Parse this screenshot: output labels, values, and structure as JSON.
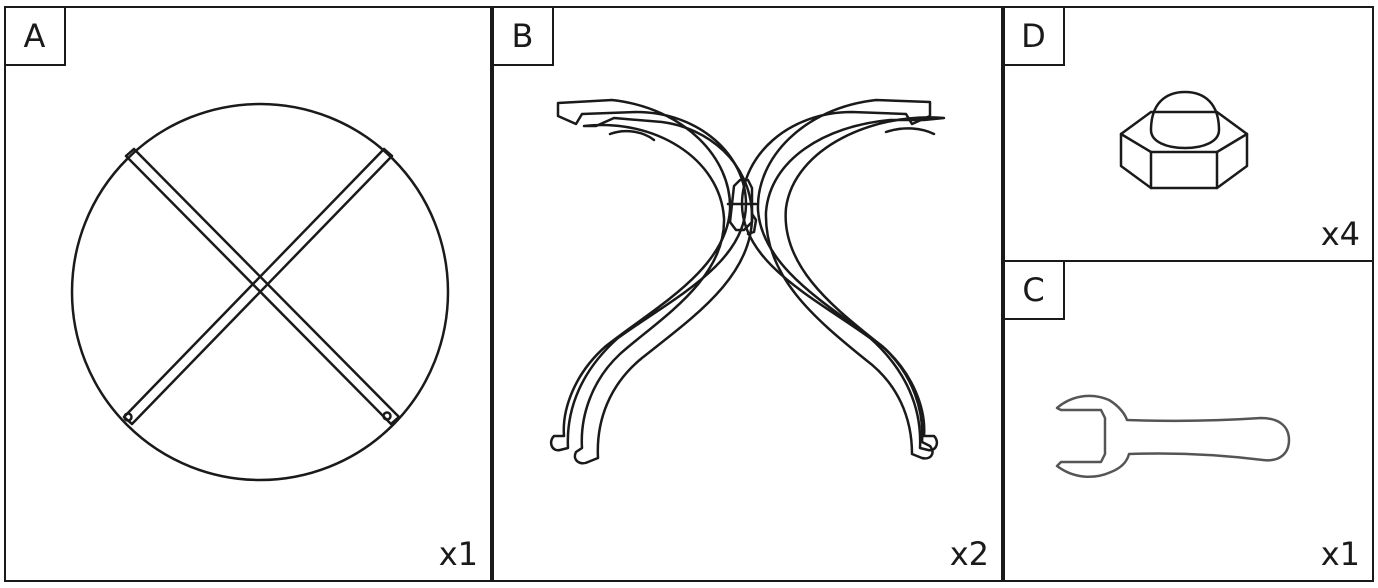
{
  "parts": [
    {
      "id": "A",
      "quantity": "x1",
      "icon": "round-tabletop-icon"
    },
    {
      "id": "B",
      "quantity": "x2",
      "icon": "curved-leg-frame-icon"
    },
    {
      "id": "D",
      "quantity": "x4",
      "icon": "cap-nut-icon"
    },
    {
      "id": "C",
      "quantity": "x1",
      "icon": "wrench-icon"
    }
  ]
}
